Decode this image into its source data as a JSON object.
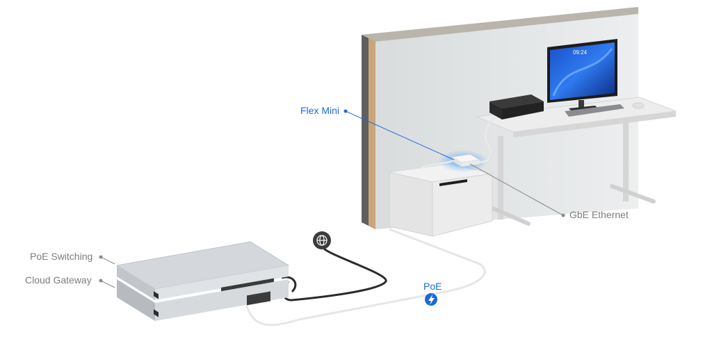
{
  "labels": {
    "flex_mini": "Flex Mini",
    "gbe_ethernet": "GbE Ethernet",
    "poe_switching": "PoE Switching",
    "cloud_gateway": "Cloud Gateway",
    "poe": "PoE"
  },
  "monitor": {
    "clock": "09:24"
  },
  "icons": [
    "globe-icon",
    "lightning-bolt-icon",
    "printer-icon",
    "monitor-icon",
    "keyboard-icon",
    "mouse-icon"
  ],
  "colors": {
    "accent_blue": "#1a6ad8",
    "label_gray": "#7d7d7d",
    "wall": "#e4e7e8",
    "cable_white": "#e6e6e6",
    "cable_black": "#2b2b2b"
  }
}
